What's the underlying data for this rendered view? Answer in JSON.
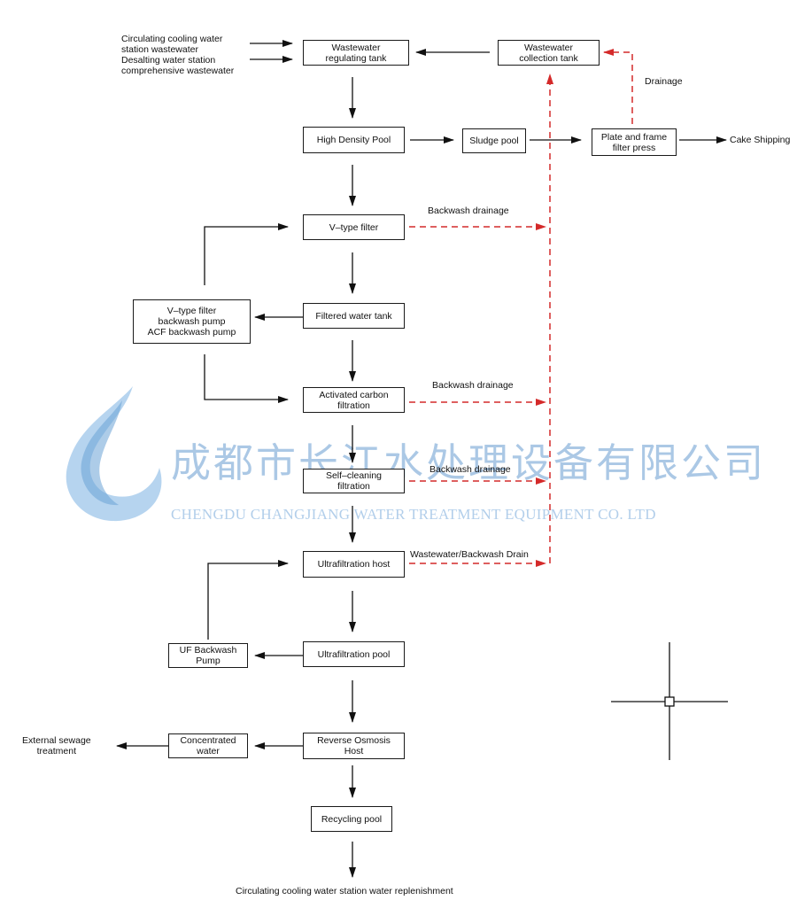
{
  "watermark": {
    "name_cn": "成都市长江水处理设备有限公司",
    "name_en": "CHENGDU CHANGJIANG WATER TREATMENT EQUIPMENT CO. LTD",
    "color": "#8fb6dd"
  },
  "nodes": {
    "regulating_tank": "Wastewater\nregulating tank",
    "collection_tank": "Wastewater\ncollection tank",
    "high_density_pool": "High Density Pool",
    "sludge_pool": "Sludge pool",
    "filter_press": "Plate and frame\nfilter press",
    "v_filter": "V–type filter",
    "filtered_tank": "Filtered water tank",
    "backwash_pump": "V–type filter\nbackwash pump\nACF backwash pump",
    "activated_carbon": "Activated carbon\nfiltration",
    "self_cleaning": "Self–cleaning\nfiltration",
    "uf_host": "Ultrafiltration host",
    "uf_pool": "Ultrafiltration pool",
    "uf_pump": "UF Backwash\nPump",
    "ro_host": "Reverse Osmosis\nHost",
    "concentrated": "Concentrated\nwater",
    "recycling_pool": "Recycling pool"
  },
  "labels": {
    "input_1": "Circulating cooling water\nstation wastewater",
    "input_2": "Desalting water station\ncomprehensive wastewater",
    "drainage": "Drainage",
    "cake_shipping": "Cake Shipping",
    "backwash_1": "Backwash drainage",
    "backwash_2": "Backwash drainage",
    "backwash_3": "Backwash drainage",
    "uf_drain": "Wastewater/Backwash Drain",
    "external_sewage": "External sewage\ntreatment",
    "output": "Circulating cooling water station water replenishment"
  },
  "colors": {
    "flow": "#111111",
    "drain": "#d42a2a",
    "box_border": "#1a1a1a"
  }
}
